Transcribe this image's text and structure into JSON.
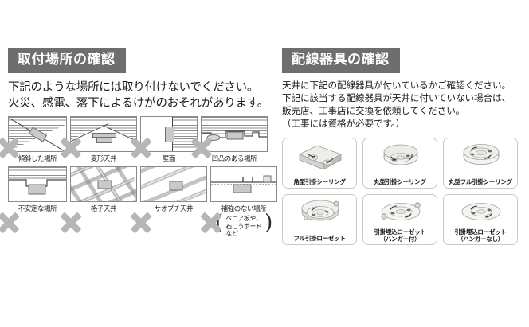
{
  "left_panel": {
    "heading": "取付場所の確認",
    "lead_lines": [
      "下記のような場所には取り付けないでください。",
      "火災、感電、落下によるけがのおそれがあります。"
    ],
    "items_row1": [
      {
        "label": "傾斜した場所",
        "icon": "x-mark-icon",
        "diagram": "sloped-ceiling-diagram"
      },
      {
        "label": "変形天井",
        "icon": "x-mark-icon",
        "diagram": "gabled-ceiling-diagram"
      },
      {
        "label": "壁面",
        "icon": "x-mark-icon",
        "diagram": "wall-surface-diagram"
      },
      {
        "label": "凹凸のある場所",
        "icon": "x-mark-icon",
        "diagram": "uneven-ceiling-diagram"
      }
    ],
    "items_row2": [
      {
        "label": "不安定な場所",
        "icon": "x-mark-icon",
        "diagram": "unstable-place-diagram"
      },
      {
        "label": "格子天井",
        "icon": "x-mark-icon",
        "diagram": "lattice-ceiling-diagram"
      },
      {
        "label": "サオブチ天井",
        "icon": "x-mark-icon",
        "diagram": "saobuchi-ceiling-diagram"
      },
      {
        "label": "補強のない場所",
        "icon": "x-mark-icon",
        "diagram": "no-reinforcement-diagram"
      }
    ],
    "note_lines": [
      "ベニア板や、",
      "石こうボード",
      "など"
    ],
    "note_bracket_left": "(",
    "note_bracket_right": ")"
  },
  "right_panel": {
    "heading": "配線器具の確認",
    "lead_lines": [
      "天井に下記の配線器具が付いているかご確認ください。",
      "下記に該当する配線器具が天井に付いていない場合は、",
      "販売店、工事店に交換を依頼してください。",
      "（工事には資格が必要です。）"
    ],
    "fixtures_row1": [
      {
        "caption": "角型引掛シーリング",
        "photo": "square-hooking-ceiling-rosette-photo"
      },
      {
        "caption": "丸型引掛シーリング",
        "photo": "round-hooking-ceiling-rosette-photo"
      },
      {
        "caption": "丸型フル引掛シーリング",
        "photo": "round-full-hooking-ceiling-rosette-photo"
      }
    ],
    "fixtures_row2": [
      {
        "caption_line1": "フル引掛ローゼット",
        "caption_line2": "",
        "photo": "full-hooking-rosette-photo"
      },
      {
        "caption_line1": "引掛埋込ローゼット",
        "caption_line2": "（ハンガー付）",
        "photo": "recessed-rosette-with-hanger-photo"
      },
      {
        "caption_line1": "引掛埋込ローゼット",
        "caption_line2": "（ハンガーなし）",
        "photo": "recessed-rosette-no-hanger-photo"
      }
    ]
  },
  "colors": {
    "badge_bg": "#6e6e6e",
    "badge_text": "#ffffff",
    "x_mark": "#b6b6b6",
    "card_border": "#c8c8c8",
    "diagram_border": "#8a8a8a",
    "page_bg": "#ffffff"
  }
}
